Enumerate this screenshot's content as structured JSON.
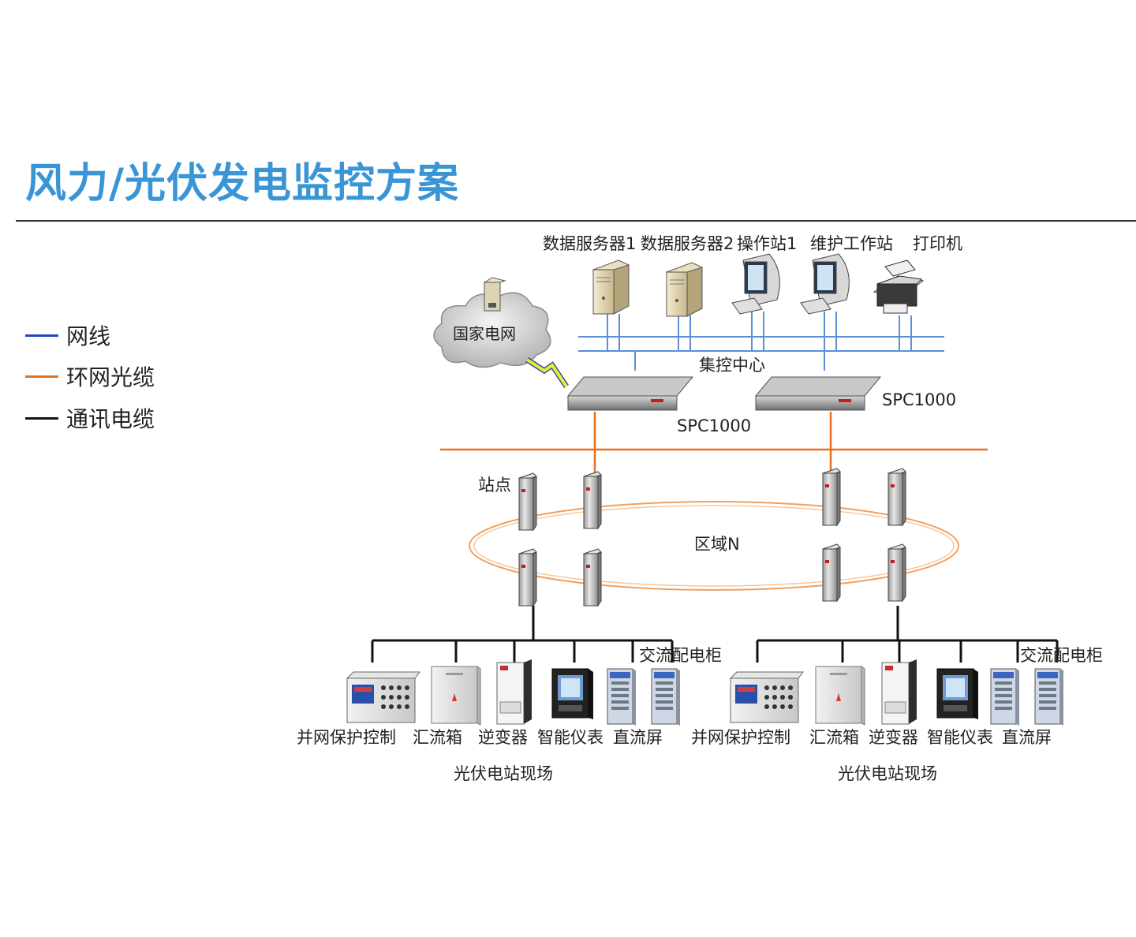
{
  "title": "风力/光伏发电监控方案",
  "legend": [
    {
      "label": "网线",
      "color": "#2244cc"
    },
    {
      "label": "环网光缆",
      "color": "#e8701e"
    },
    {
      "label": "通讯电缆",
      "color": "#111111"
    }
  ],
  "top_devices": {
    "server1": "数据服务器1",
    "server2": "数据服务器2",
    "station1": "操作站1",
    "maintenance": "维护工作站",
    "printer": "打印机"
  },
  "cloud_label": "国家电网",
  "center_label": "集控中心",
  "spc_left": "SPC1000",
  "spc_right": "SPC1000",
  "site_label": "站点",
  "region_label": "区域N",
  "field_left": {
    "ac_cabinet": "交流配电柜",
    "devices": [
      "并网保护控制",
      "汇流箱",
      "逆变器",
      "智能仪表",
      "直流屏"
    ],
    "site_name": "光伏电站现场"
  },
  "field_right": {
    "ac_cabinet": "交流配电柜",
    "devices": [
      "并网保护控制",
      "汇流箱",
      "逆变器",
      "智能仪表",
      "直流屏"
    ],
    "site_name": "光伏电站现场"
  },
  "colors": {
    "title": "#3a95d6",
    "network": "#5b8fd6",
    "fiber": "#e8701e",
    "cable": "#111111"
  }
}
